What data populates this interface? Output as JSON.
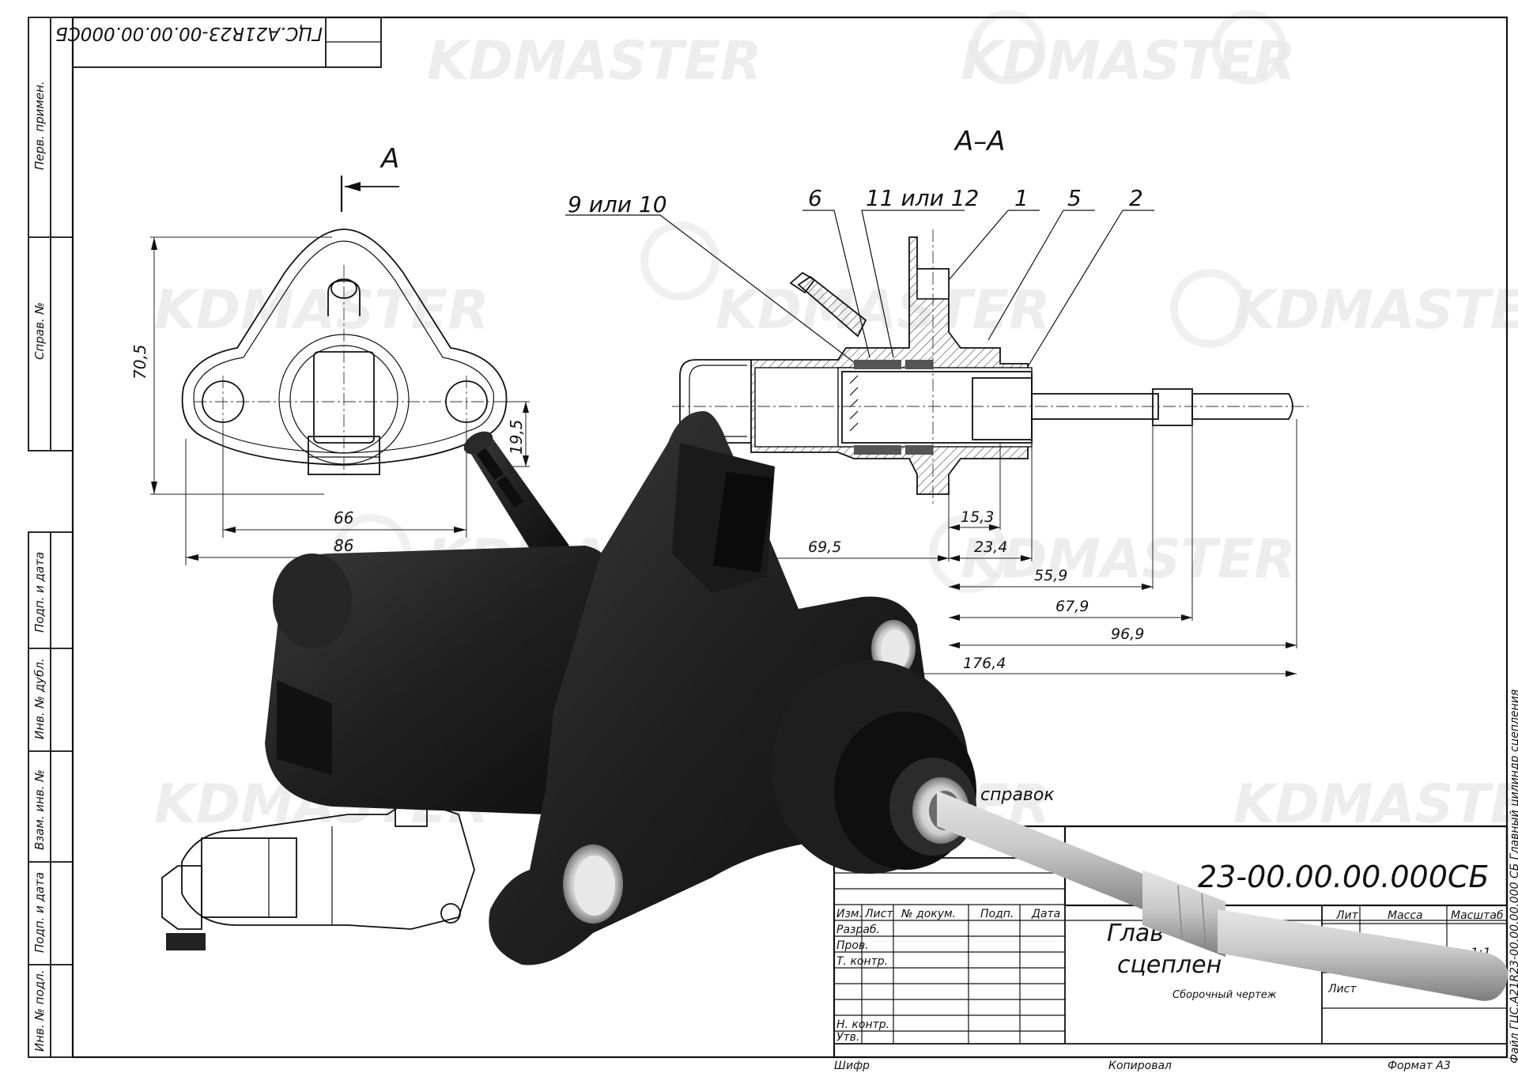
{
  "document": {
    "designation": "ГЦС.А21R23-00.00.00.000СБ",
    "designation_top": "ГЦС.А21R23-00.00.00.000СБ",
    "designation_visible": "23-00.00.00.000СБ",
    "title_visible_1": "Глав",
    "title_visible_2": "сцеплен",
    "doc_type": "Сборочный чертеж",
    "for_reference_partial": "справок",
    "file_label": "Файл ГЦС.А21R23-00.00.00.000 СБ Главный цилиндр сцепления",
    "copied_label": "Копировал",
    "format_label": "Формат А3",
    "cipher_label": "Шифр",
    "scale_value": "1:1",
    "sheet_partial": "Лист"
  },
  "stamp": {
    "col_headers": [
      "Изм.",
      "Лист",
      "№ докум.",
      "Подп.",
      "Дата"
    ],
    "row_labels": [
      "Разраб.",
      "Пров.",
      "Т. контр.",
      "",
      "Н. контр.",
      "Утв."
    ],
    "right_headers": [
      "Лит",
      "Масса",
      "Масштаб"
    ]
  },
  "side_strip": {
    "labels": [
      "Перв. примен.",
      "Справ. №",
      "Подп. и дата",
      "Инв. № дубл.",
      "Взам. инв. №",
      "Подп. и дата",
      "Инв. № подл."
    ]
  },
  "front_view": {
    "section_letter": "A",
    "dims": {
      "height": "70,5",
      "offset": "19,5",
      "holes": "66",
      "width": "86"
    }
  },
  "section_view": {
    "title": "А–А",
    "callouts": [
      "9 или 10",
      "6",
      "11 или 12",
      "1",
      "5",
      "2"
    ],
    "dims": [
      "15,3",
      "23,4",
      "69,5",
      "55,9",
      "67,9",
      "96,9",
      "176,4"
    ]
  },
  "watermark": {
    "text": "KDMASTER"
  },
  "colors": {
    "line": "#111111",
    "part_dark": "#1c1c1c",
    "rod": "#b8b8b8",
    "watermark": "#e8e8e8"
  }
}
